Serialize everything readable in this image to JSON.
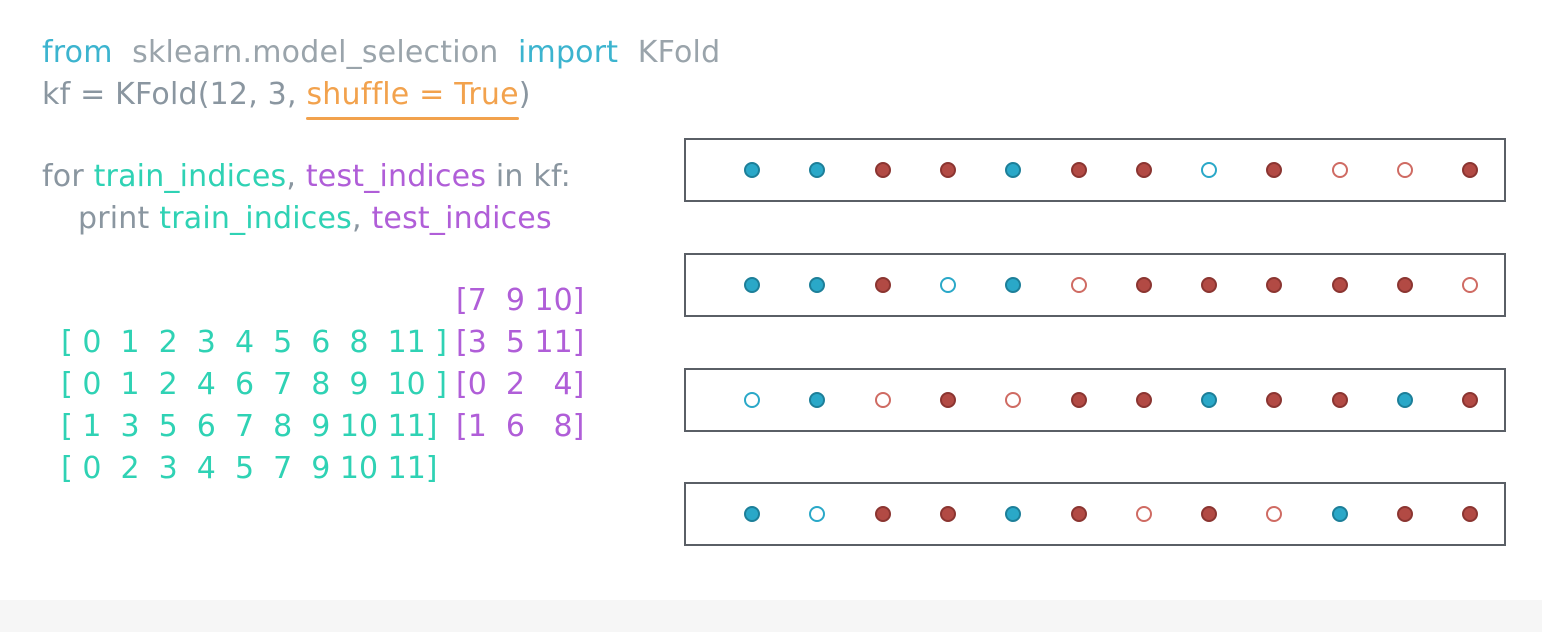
{
  "code": {
    "line1": {
      "from_kw": "from",
      "module": "sklearn.model_selection",
      "import_kw": "import",
      "name": "KFold"
    },
    "line2": {
      "prefix": "kf = KFold(12, 3, ",
      "arg": "shuffle = True",
      "suffix": ")"
    },
    "line3": {
      "for_kw": "for ",
      "train_var": "train_indices",
      "comma": ", ",
      "test_var": "test_indices",
      "tail": " in kf:"
    },
    "line4": {
      "print_kw": "print ",
      "train_var": "train_indices",
      "comma": ", ",
      "test_var": "test_indices"
    }
  },
  "output": [
    {
      "train": "[ 0  1  2  3  4  5  6  8  11 ]",
      "test": "[7  9 10]"
    },
    {
      "train": "[ 0  1  2  4  6  7  8  9  10 ]",
      "test": "[3  5 11]"
    },
    {
      "train": "[ 1  3  5  6  7  8  9 10 11]",
      "test": "[0  2   4]"
    },
    {
      "train": "[ 0  2  3  4  5  7  9 10 11]",
      "test": "[1  6   8]"
    }
  ],
  "folds": [
    {
      "points": [
        "blue",
        "blue",
        "red",
        "red",
        "blue",
        "red",
        "red",
        "blue",
        "red",
        "red",
        "red",
        "red"
      ],
      "test_indices": [
        7,
        9,
        10
      ]
    },
    {
      "points": [
        "blue",
        "blue",
        "red",
        "blue",
        "blue",
        "red",
        "red",
        "red",
        "red",
        "red",
        "red",
        "red"
      ],
      "test_indices": [
        3,
        5,
        11
      ]
    },
    {
      "points": [
        "blue",
        "blue",
        "red",
        "red",
        "red",
        "red",
        "red",
        "blue",
        "red",
        "red",
        "blue",
        "red"
      ],
      "test_indices": [
        0,
        2,
        4
      ]
    },
    {
      "points": [
        "blue",
        "blue",
        "red",
        "red",
        "blue",
        "red",
        "red",
        "red",
        "red",
        "blue",
        "red",
        "red"
      ],
      "test_indices": [
        1,
        6,
        8
      ]
    }
  ],
  "colors": {
    "keyword": "#3cb4cf",
    "train": "#2fd2b4",
    "test": "#b05ed8",
    "highlight": "#f2a24d",
    "class_blue": "#2aa8c8",
    "class_red": "#b24a44"
  }
}
